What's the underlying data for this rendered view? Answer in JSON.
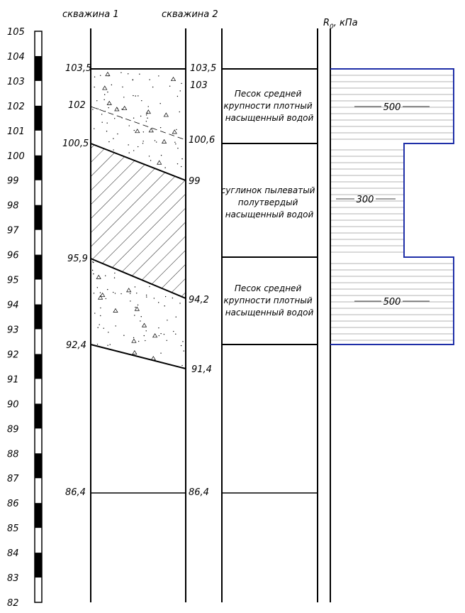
{
  "headers": {
    "well1": "скважина 1",
    "well2": "скважина 2",
    "r0_symbol": "R",
    "r0_sub": "0",
    "r0_unit": ", кПа"
  },
  "scale": {
    "levels": [
      "105",
      "104",
      "103",
      "102",
      "101",
      "100",
      "99",
      "98",
      "97",
      "96",
      "95",
      "94",
      "93",
      "92",
      "91",
      "90",
      "89",
      "88",
      "87",
      "86",
      "85",
      "84",
      "83",
      "82"
    ]
  },
  "well1_labels": [
    "103,5",
    "102",
    "100,5",
    "95,9",
    "92,4",
    "86,4"
  ],
  "well2_labels": [
    "103,5",
    "103",
    "100,6",
    "99",
    "94,2",
    "91,4",
    "86,4"
  ],
  "layers": [
    {
      "lines": [
        "Песок средней",
        "крупности плотный",
        "насыщенный водой"
      ],
      "r0": "500"
    },
    {
      "lines": [
        "суглинок пылеватый",
        "полутвердый",
        "насыщенный водой"
      ],
      "r0": "300"
    },
    {
      "lines": [
        "Песок средней",
        "крупности плотный",
        "насыщенный водой"
      ],
      "r0": "500"
    }
  ],
  "colors": {
    "line": "#000000",
    "r0_border": "#1f2fa8",
    "r0_hatch": "#9a9a9a"
  }
}
